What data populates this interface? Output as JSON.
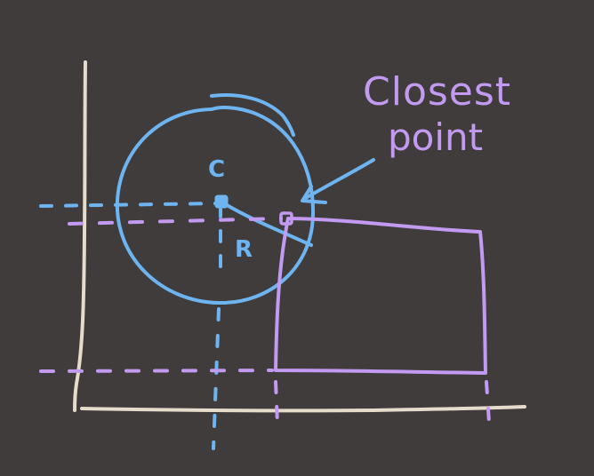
{
  "colors": {
    "background": "#403c3b",
    "axes": "#e6dccb",
    "circle": "#6eb4f0",
    "rectangle": "#c39af2"
  },
  "labels": {
    "closest": "Closest",
    "point": "point",
    "center": "C",
    "radius": "R"
  }
}
